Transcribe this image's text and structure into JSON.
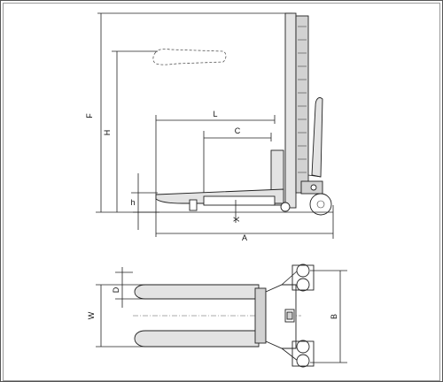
{
  "diagram": {
    "side_view": {
      "labels": {
        "F": "F",
        "H": "H",
        "L": "L",
        "C": "C",
        "h": "h",
        "X": "X",
        "A": "A"
      }
    },
    "top_view": {
      "labels": {
        "D": "D",
        "W": "W",
        "B": "B"
      }
    }
  }
}
